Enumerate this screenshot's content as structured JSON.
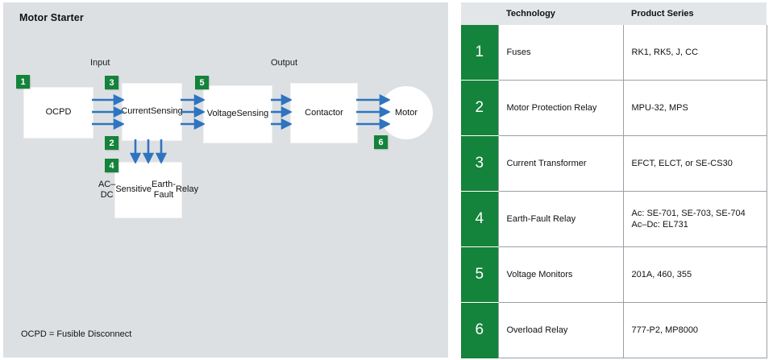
{
  "diagram": {
    "title": "Motor Starter",
    "labels": {
      "input": "Input",
      "output": "Output"
    },
    "blocks": {
      "ocpd": "OCPD",
      "current_sensing": "Current\nSensing",
      "voltage_sensing": "Voltage\nSensing",
      "contactor": "Contactor",
      "motor": "Motor",
      "earth_fault": "AC–DC\nSensitive\nEarth-Fault\nRelay"
    },
    "badges": {
      "b1": "1",
      "b2": "2",
      "b3": "3",
      "b4": "4",
      "b5": "5",
      "b6": "6"
    },
    "footnote": "OCPD = Fusible Disconnect",
    "colors": {
      "panel_background": "#dde0e3",
      "badge_green": "#14833b",
      "arrow_blue": "#2f74c0",
      "box_fill": "#ffffff"
    }
  },
  "table": {
    "columns": [
      "",
      "Technology",
      "Product Series"
    ],
    "rows": [
      {
        "num": "1",
        "technology": "Fuses",
        "product_lines": [
          "RK1, RK5, J, CC"
        ]
      },
      {
        "num": "2",
        "technology": "Motor Protection Relay",
        "product_lines": [
          "MPU-32, MPS"
        ]
      },
      {
        "num": "3",
        "technology": "Current Transformer",
        "product_lines": [
          "EFCT, ELCT, or SE-CS30"
        ]
      },
      {
        "num": "4",
        "technology": "Earth-Fault Relay",
        "product_lines": [
          "Ac: SE-701, SE-703, SE-704",
          "Ac–Dc: EL731"
        ]
      },
      {
        "num": "5",
        "technology": "Voltage Monitors",
        "product_lines": [
          "201A, 460, 355"
        ]
      },
      {
        "num": "6",
        "technology": "Overload Relay",
        "product_lines": [
          "777-P2, MP8000"
        ]
      }
    ],
    "colors": {
      "header_background": "#e3e6e9",
      "number_column": "#14833b",
      "grid_line": "#9aa0a6"
    }
  }
}
